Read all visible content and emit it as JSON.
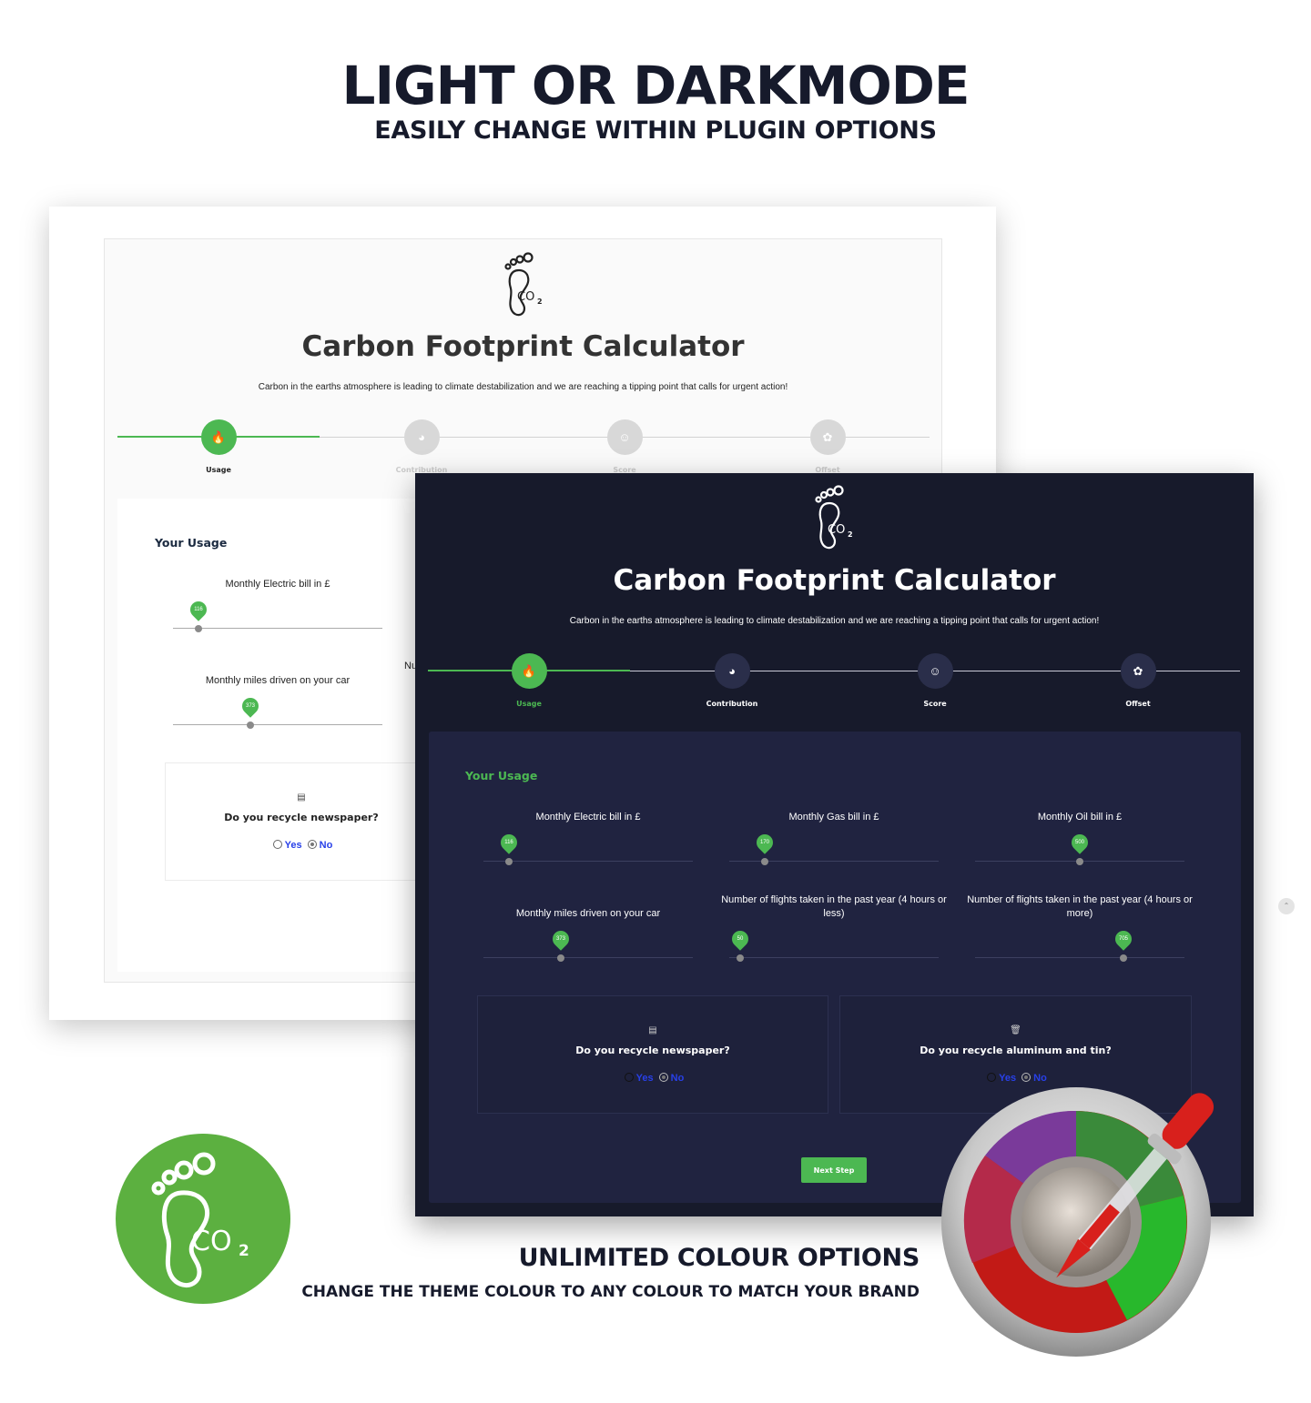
{
  "hero": {
    "title": "LIGHT OR DARKMODE",
    "subtitle": "EASILY CHANGE WITHIN PLUGIN OPTIONS"
  },
  "calculator": {
    "title": "Carbon Footprint Calculator",
    "description": "Carbon in the earths atmosphere is leading to climate destabilization and we are reaching a tipping point that calls for urgent action!",
    "logo_text": "CO₂",
    "steps": [
      {
        "label": "Usage",
        "icon": "flame-icon"
      },
      {
        "label": "Contribution",
        "icon": "pie-chart-icon"
      },
      {
        "label": "Score",
        "icon": "smiley-icon"
      },
      {
        "label": "Offset",
        "icon": "leaf-icon"
      }
    ],
    "usage_title": "Your Usage",
    "sliders": [
      {
        "label": "Monthly Electric bill in £",
        "value": "116",
        "fraction": 0.12
      },
      {
        "label": "Monthly Gas bill in £",
        "value": "170",
        "fraction": 0.17
      },
      {
        "label": "Monthly Oil bill in £",
        "value": "500",
        "fraction": 0.5
      },
      {
        "label": "Monthly miles driven on your car",
        "value": "373",
        "fraction": 0.37
      },
      {
        "label": "Number of flights taken in the past year (4 hours or less)",
        "value": "50",
        "fraction": 0.05
      },
      {
        "label": "Number of flights taken in the past year (4 hours or more)",
        "value": "705",
        "fraction": 0.71
      }
    ],
    "light_partial_label": "Nu",
    "recycle": [
      {
        "question": "Do you recycle newspaper?",
        "icon": "newspaper-icon",
        "yes": "Yes",
        "no": "No",
        "selected": "no"
      },
      {
        "question": "Do you recycle aluminum and tin?",
        "icon": "trash-icon",
        "yes": "Yes",
        "no": "No",
        "selected": "no"
      }
    ],
    "next_button": "Next Step"
  },
  "bottom": {
    "title": "UNLIMITED COLOUR OPTIONS",
    "subtitle": "CHANGE THE THEME COLOUR TO ANY COLOUR TO MATCH YOUR BRAND"
  },
  "colors": {
    "accent": "#4cb852",
    "dark_bg": "#171a2b",
    "dark_inner": "#202340",
    "link": "#2840e8",
    "badge": "#5cb040"
  }
}
